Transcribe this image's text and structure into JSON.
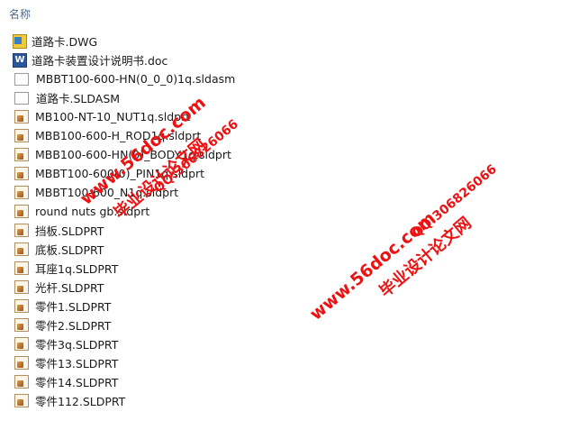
{
  "header": {
    "name_column": "名称"
  },
  "files": [
    {
      "name": "道路卡.DWG",
      "icon": "dwg-file-icon"
    },
    {
      "name": "道路卡装置设计说明书.doc",
      "icon": "word-doc-icon"
    },
    {
      "name": "MBBT100-600-HN(0_0_0)1q.sldasm",
      "icon": "blank-file-icon"
    },
    {
      "name": "道路卡.SLDASM",
      "icon": "blank-file-icon"
    },
    {
      "name": "MB100-NT-10_NUT1q.sldprt",
      "icon": "solidworks-part-icon"
    },
    {
      "name": "MBB100-600-H_ROD1q.sldprt",
      "icon": "solidworks-part-icon"
    },
    {
      "name": "MBB100-600-HN(0)_BODY1q.sldprt",
      "icon": "solidworks-part-icon"
    },
    {
      "name": "MBBT100-600(0)_PIN1q.sldprt",
      "icon": "solidworks-part-icon"
    },
    {
      "name": "MBBT100-600_N1q.sldprt",
      "icon": "solidworks-part-icon"
    },
    {
      "name": "round nuts gb.sldprt",
      "icon": "solidworks-part-icon"
    },
    {
      "name": "挡板.SLDPRT",
      "icon": "solidworks-part-icon"
    },
    {
      "name": "底板.SLDPRT",
      "icon": "solidworks-part-icon"
    },
    {
      "name": "耳座1q.SLDPRT",
      "icon": "solidworks-part-icon"
    },
    {
      "name": "光杆.SLDPRT",
      "icon": "solidworks-part-icon"
    },
    {
      "name": "零件1.SLDPRT",
      "icon": "solidworks-part-icon"
    },
    {
      "name": "零件2.SLDPRT",
      "icon": "solidworks-part-icon"
    },
    {
      "name": "零件3q.SLDPRT",
      "icon": "solidworks-part-icon"
    },
    {
      "name": "零件13.SLDPRT",
      "icon": "solidworks-part-icon"
    },
    {
      "name": "零件14.SLDPRT",
      "icon": "solidworks-part-icon"
    },
    {
      "name": "零件112.SLDPRT",
      "icon": "solidworks-part-icon"
    }
  ],
  "watermarks": {
    "site": "www.56doc.com",
    "brand": "毕业设计论文网",
    "qq": "QQ:306826066",
    "color": "#ee1111"
  }
}
